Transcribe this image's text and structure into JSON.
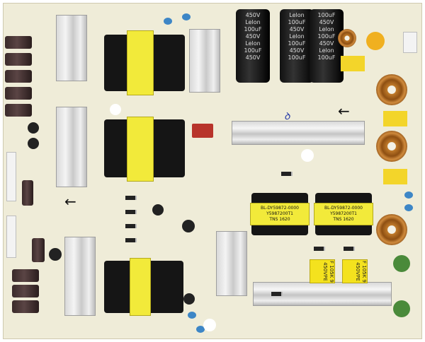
{
  "image": {
    "subject": "TV power supply circuit board (PCB)",
    "background": "#ffffff",
    "board_color": "#efecd8"
  },
  "components": {
    "bulk_capacitors": [
      {
        "brand": "Lelon",
        "value": "100uF",
        "voltage": "450V",
        "lines": [
          "450V",
          "Lelon",
          "100uF",
          "450V",
          "Lelon",
          "100uF",
          "450V"
        ]
      },
      {
        "brand": "Lelon",
        "value": "100uF",
        "voltage": "450V",
        "lines": [
          "Lelon",
          "100uF",
          "450V",
          "Lelon",
          "100uF",
          "450V",
          "100uF"
        ]
      },
      {
        "brand": "Lelon",
        "value": "100uF",
        "voltage": "450V",
        "lines": [
          "100uF",
          "450V",
          "Lelon",
          "100uF",
          "450V",
          "Lelon",
          "100uF"
        ]
      }
    ],
    "llc_transformers": [
      {
        "lines": [
          "BL-DY59872-0000",
          "Y5987200T1",
          "TNS 1620"
        ]
      },
      {
        "lines": [
          "BL-DY59872-0000",
          "Y5987200T1",
          "TNS 1620"
        ]
      }
    ],
    "film_capacitors": [
      {
        "label": "F 105K 9 450VPE"
      },
      {
        "label": "F 105K 9 450VPE"
      }
    ],
    "arrows": [
      "←",
      "←"
    ]
  }
}
